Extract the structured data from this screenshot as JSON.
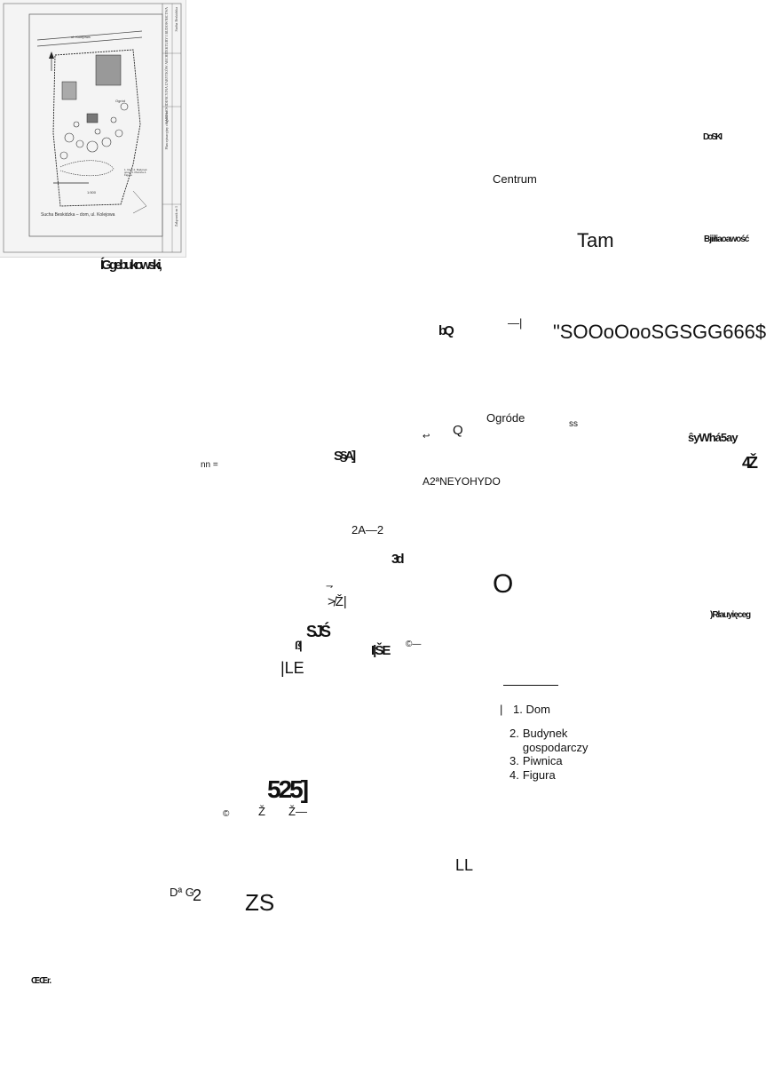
{
  "thumbnail": {
    "sheet_labels": {
      "col1": "KARTA EWIDENCYJNA ZABYTKÓW ARCHITEKTURY I BUDOWNICTWA",
      "col2": "Sucha Beskidzka",
      "col3": "Plan sytuacyjny z ogrodem",
      "col4": "Załącznik nr 1",
      "caption": "Sucha Beskidzka – dom, ul. Kolejowa",
      "scale": "1:500",
      "map_street": "ul. Kolejowa",
      "map_garden": "Ogród",
      "map_legend": "1. Dom 2. Budynek gosp. 3. Piwnica 4. Figura"
    }
  },
  "fragments": {
    "author": "ÍGgebukowski,",
    "doski": "DoSKI",
    "centrum": "Centrum",
    "tam": "Tam",
    "wlasnosc": "Bjiiłiaoawość",
    "code_string": "\"SOOoOooSGSGG666$",
    "dash_bar": "—|",
    "bq": "bQ",
    "ogrode": "Ogróde",
    "q_letter": "Q",
    "ss": "ss",
    "arrow_small": "↩",
    "lay_string": "ŝyWhá5ay",
    "four_block": "4Ž",
    "nn_eq": "nn =",
    "sla": "S§A]",
    "apnyohydo": "A2ªNEYOHYDO",
    "two_a": "2A—2",
    "three_d": "3d",
    "big_o": "O",
    "small_arrow": "⇁",
    "z_bar": "≯Ž|",
    "sjs": "SJŚ",
    "b_glyph": "ß|",
    "ie_glyph": "I|ŠE",
    "copyright_tick": "©—",
    "le": "|LE",
    "right_margin": ")Rłauyięceg",
    "pipe": "|",
    "five_fig": "525]",
    "c_sym": "©",
    "z_one": "Ž",
    "z_two": "Ž—",
    "ll": "LL",
    "d_g": "Dª G",
    "two": "2",
    "zs": "ZS",
    "bottom_left": "ŒŒr."
  },
  "legend": {
    "items": [
      {
        "num": "1.",
        "label": "Dom"
      },
      {
        "num": "2.",
        "label": "Budynek gospodarczy"
      },
      {
        "num": "3.",
        "label": "Piwnica"
      },
      {
        "num": "4.",
        "label": "Figura"
      }
    ]
  },
  "colors": {
    "ink": "#111111",
    "paper": "#ffffff",
    "thumb_bg": "#f4f4f4"
  }
}
